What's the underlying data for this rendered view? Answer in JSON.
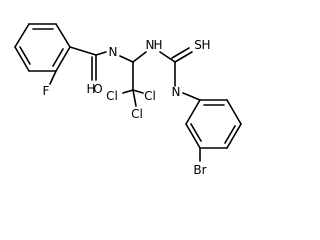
{
  "molecule": {
    "atom_labels": {
      "fluorine": "F",
      "carbonyl_oxygen": "O",
      "amide_n1": "N",
      "amide_h1": "H",
      "amide_n2": "N",
      "amide_h2": "H",
      "thiocarbonyl_sulfur": "S",
      "thiocarbonyl_h": "H",
      "imine_n": "N",
      "chlorine_1": "Cl",
      "chlorine_2": "Cl",
      "chlorine_3": "Cl",
      "bromine": "Br"
    }
  }
}
